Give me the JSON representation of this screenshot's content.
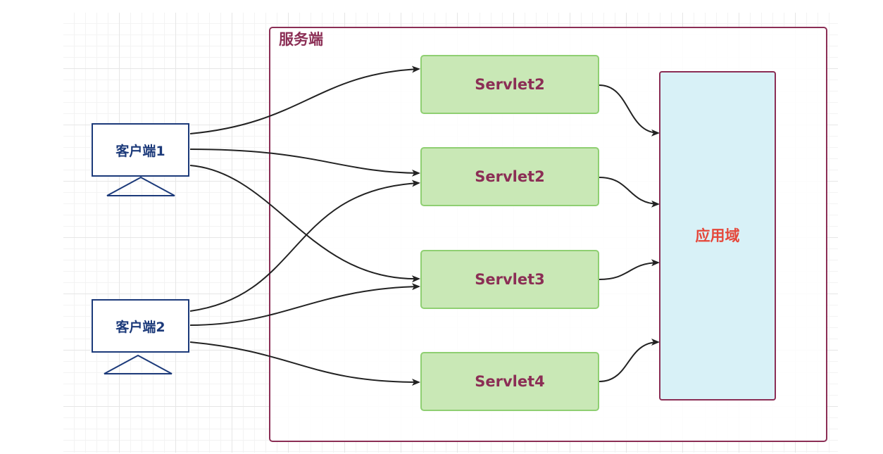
{
  "server": {
    "label": "服务端"
  },
  "clients": [
    {
      "label": "客户端1"
    },
    {
      "label": "客户端2"
    }
  ],
  "servlets": [
    {
      "label": "Servlet2"
    },
    {
      "label": "Servlet2"
    },
    {
      "label": "Servlet3"
    },
    {
      "label": "Servlet4"
    }
  ],
  "app_domain": {
    "label": "应用域"
  },
  "colors": {
    "frame": "#8b2e55",
    "servlet_fill": "#c9e8b6",
    "servlet_border": "#8fcf72",
    "app_fill": "#d8f1f7",
    "app_text": "#e5473a",
    "client": "#1c3a7a",
    "arrow": "#222222"
  }
}
